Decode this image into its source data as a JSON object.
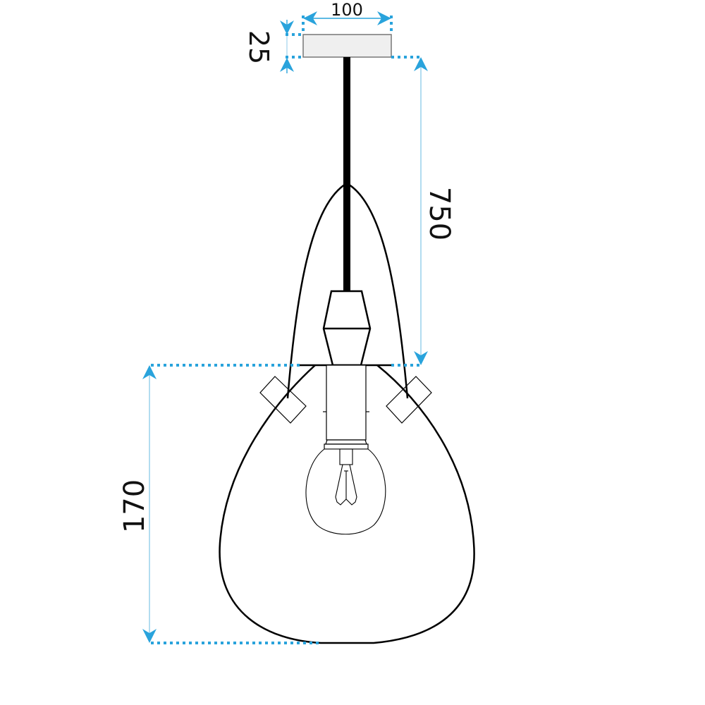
{
  "diagram": {
    "subject": "Pendant lamp technical drawing",
    "dimensions": {
      "canopy_width": "100",
      "canopy_height": "25",
      "cable_length": "750",
      "shade_height": "170"
    },
    "colors": {
      "dimension_line": "#29a3dc",
      "dimension_line_light": "#9fd3ec",
      "outline": "#000000",
      "canopy_fill": "#efefef"
    }
  }
}
